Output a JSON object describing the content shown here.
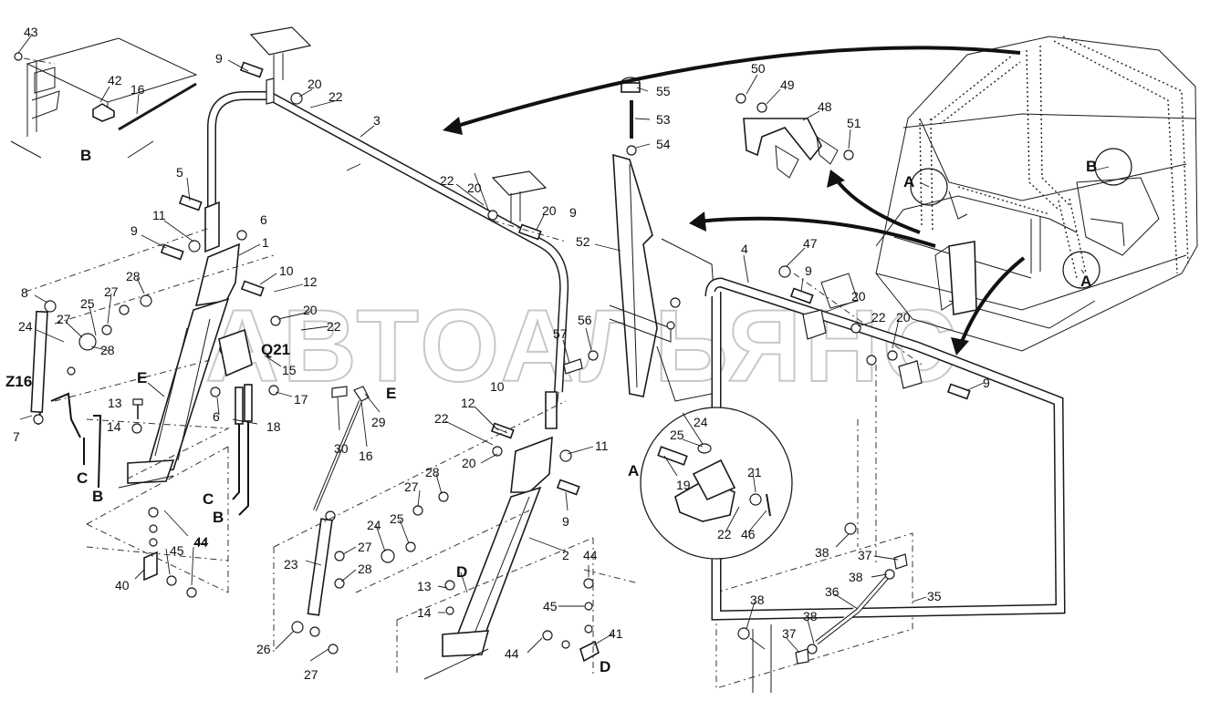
{
  "watermark": "АВТОАЛЬЯНС",
  "callouts": [
    "43",
    "42",
    "16",
    "B",
    "9",
    "20",
    "22",
    "3",
    "5",
    "6",
    "11",
    "1",
    "9",
    "10",
    "12",
    "28",
    "27",
    "25",
    "8",
    "24",
    "27",
    "28",
    "20",
    "22",
    "Q21",
    "15",
    "17",
    "Z16",
    "E",
    "13",
    "6",
    "14",
    "7",
    "18",
    "C",
    "B",
    "C",
    "B",
    "44",
    "45",
    "40",
    "44",
    "20",
    "22",
    "20",
    "9",
    "30",
    "16",
    "E",
    "29",
    "12",
    "10",
    "22",
    "20",
    "11",
    "27",
    "28",
    "24",
    "25",
    "9",
    "23",
    "27",
    "28",
    "2",
    "26",
    "27",
    "D",
    "13",
    "14",
    "44",
    "45",
    "41",
    "44",
    "D",
    "55",
    "53",
    "54",
    "52",
    "56",
    "57",
    "50",
    "49",
    "48",
    "51",
    "A",
    "B",
    "A",
    "4",
    "47",
    "9",
    "20",
    "22",
    "20",
    "9",
    "A",
    "25",
    "24",
    "19",
    "21",
    "22",
    "46",
    "38",
    "37",
    "38",
    "35",
    "36",
    "38",
    "37",
    "38"
  ]
}
